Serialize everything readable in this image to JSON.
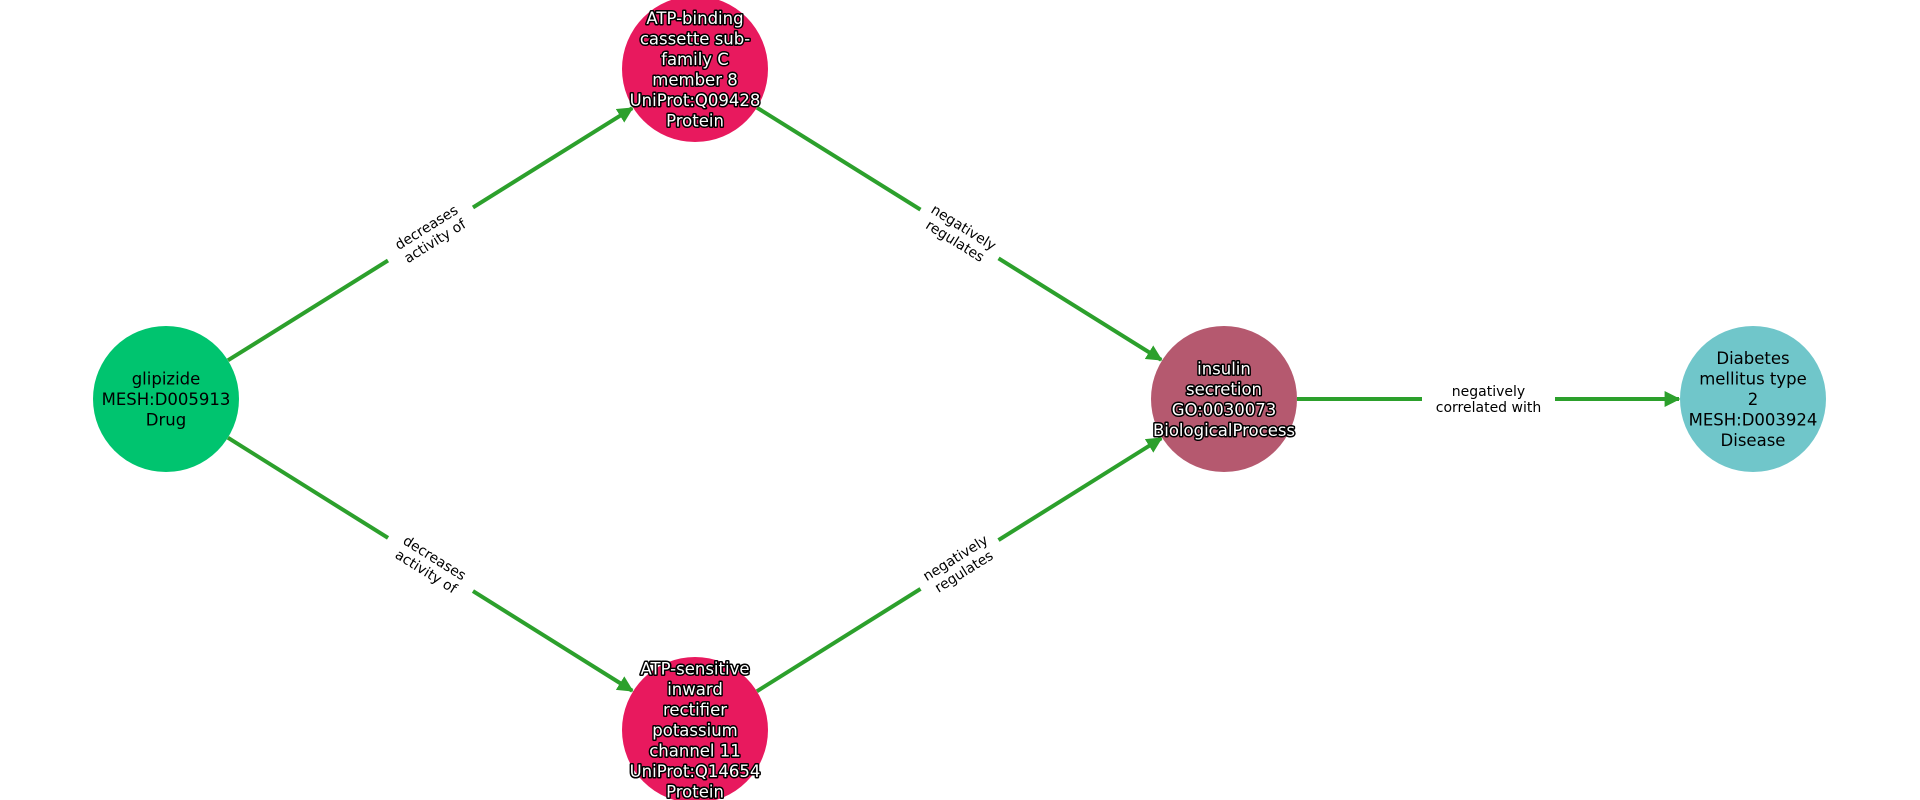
{
  "nodes": [
    {
      "id": "glipizide",
      "lines": [
        "glipizide",
        "MESH:D005913",
        "Drug"
      ],
      "color": "#00c46f",
      "halo": false
    },
    {
      "id": "abcc8",
      "lines": [
        "ATP-binding",
        "cassette sub-",
        "family C",
        "member 8",
        "UniProt:Q09428",
        "Protein"
      ],
      "color": "#e8195e",
      "halo": true
    },
    {
      "id": "kcnj11",
      "lines": [
        "ATP-sensitive",
        "inward",
        "rectifier",
        "potassium",
        "channel 11",
        "UniProt:Q14654",
        "Protein"
      ],
      "color": "#e8195e",
      "halo": true
    },
    {
      "id": "insulin",
      "lines": [
        "insulin",
        "secretion",
        "GO:0030073",
        "BiologicalProcess"
      ],
      "color": "#b5596f",
      "halo": true
    },
    {
      "id": "diabetes",
      "lines": [
        "Diabetes",
        "mellitus type",
        "2",
        "MESH:D003924",
        "Disease"
      ],
      "color": "#70c6ca",
      "halo": false
    }
  ],
  "edges": [
    {
      "source": "glipizide",
      "target": "abcc8",
      "lines": [
        "decreases",
        "activity of"
      ]
    },
    {
      "source": "glipizide",
      "target": "kcnj11",
      "lines": [
        "decreases",
        "activity of"
      ]
    },
    {
      "source": "abcc8",
      "target": "insulin",
      "lines": [
        "negatively",
        "regulates"
      ]
    },
    {
      "source": "kcnj11",
      "target": "insulin",
      "lines": [
        "negatively",
        "regulates"
      ]
    },
    {
      "source": "insulin",
      "target": "diabetes",
      "lines": [
        "negatively",
        "correlated with"
      ]
    }
  ],
  "edge_color": "#2ca02c"
}
